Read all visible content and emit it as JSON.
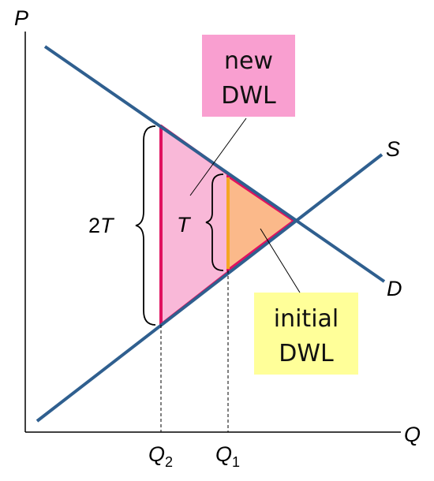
{
  "axes": {
    "y_label": "P",
    "x_label": "Q"
  },
  "curves": {
    "supply_label": "S",
    "demand_label": "D"
  },
  "quantities": {
    "q2": {
      "base": "Q",
      "sub": "2"
    },
    "q1": {
      "base": "Q",
      "sub": "1"
    }
  },
  "braces": {
    "large": {
      "coef": "2",
      "var": "T"
    },
    "small": {
      "var": "T"
    }
  },
  "callouts": {
    "new_dwl": {
      "line1": "new",
      "line2": "DWL"
    },
    "initial_dwl": {
      "line1": "initial",
      "line2": "DWL"
    }
  },
  "colors": {
    "curve": "#2f5f8f",
    "new_dwl_fill": "#f9b8d8",
    "new_dwl_outline": "#e0115f",
    "initial_dwl_fill": "#fbb98a",
    "initial_dwl_edge": "#f5a623",
    "new_dwl_box": "#f99fd0",
    "initial_dwl_box": "#ffff99"
  }
}
